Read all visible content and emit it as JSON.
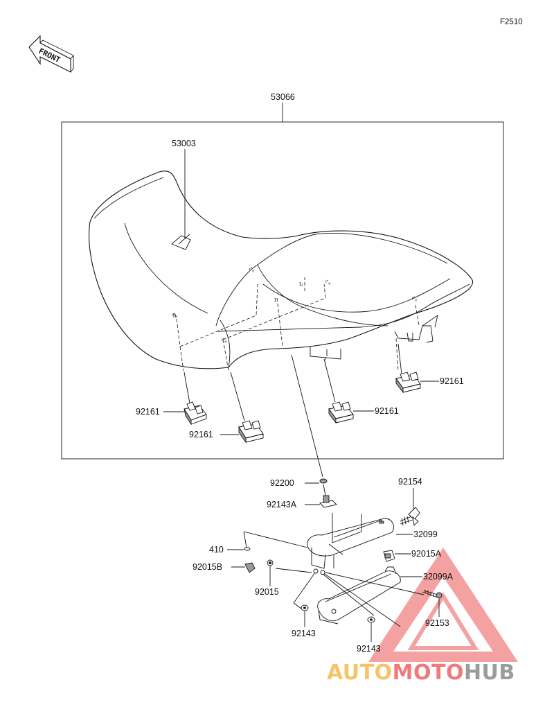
{
  "diagram_code": "F2510",
  "front_label": "FRONT",
  "labels": {
    "seat_assy": "53066",
    "seat_cover": "53003",
    "damper_1": "92161",
    "damper_2": "92161",
    "damper_3": "92161",
    "damper_4": "92161",
    "washer": "92200",
    "collar": "92143A",
    "wing_bolt": "92154",
    "bracket": "32099",
    "clip_410": "410",
    "nut_a": "92015A",
    "nut_b": "92015B",
    "bracket_a": "32099A",
    "nut": "92015",
    "bolt": "92153",
    "collar_1": "92143",
    "collar_2": "92143"
  },
  "watermark": {
    "part1": "AUTO",
    "part2": "MOTO",
    "part3": "HUB",
    "color_1": "#f5c469",
    "color_2": "#f07a7a",
    "color_3": "#9b9b9b",
    "triangle_color": "#f07a7a"
  }
}
